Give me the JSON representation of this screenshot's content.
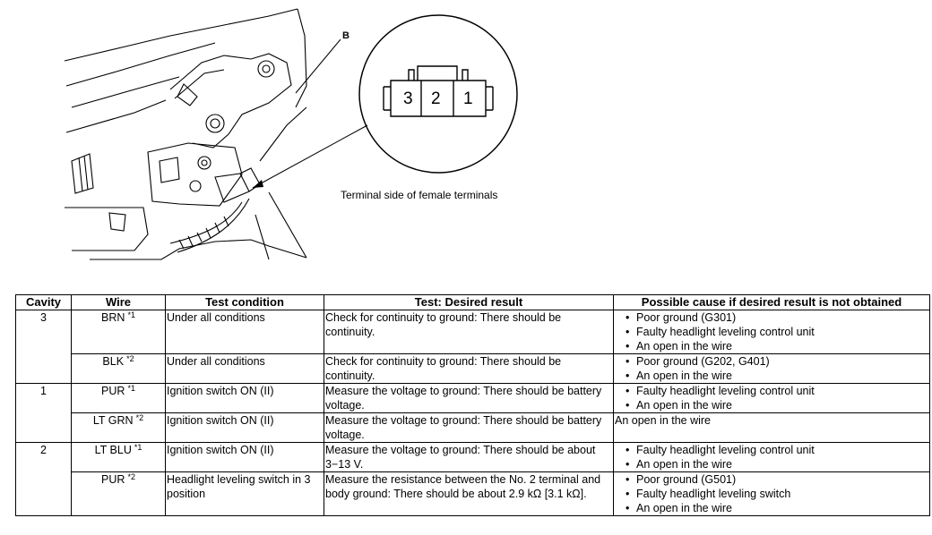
{
  "figure": {
    "callout_b": "B",
    "connector_pins": [
      "3",
      "2",
      "1"
    ],
    "caption": "Terminal side of female terminals"
  },
  "table": {
    "headers": [
      "Cavity",
      "Wire",
      "Test condition",
      "Test: Desired result",
      "Possible cause if desired result is not obtained"
    ],
    "groups": [
      {
        "cavity": "3",
        "rows": [
          {
            "wire": "BRN",
            "note": "*1",
            "condition": "Under all conditions",
            "result": "Check for continuity to ground: There should be continuity.",
            "causes": [
              "Poor ground (G301)",
              "Faulty headlight leveling control unit",
              "An open in the wire"
            ]
          },
          {
            "wire": "BLK",
            "note": "*2",
            "condition": "Under all conditions",
            "result": "Check for continuity to ground: There should be continuity.",
            "causes": [
              "Poor ground (G202, G401)",
              "An open in the wire"
            ]
          }
        ]
      },
      {
        "cavity": "1",
        "rows": [
          {
            "wire": "PUR",
            "note": "*1",
            "condition": "Ignition switch ON (II)",
            "result": "Measure the voltage to ground: There should be battery voltage.",
            "causes": [
              "Faulty headlight leveling control unit",
              "An open in the wire"
            ]
          },
          {
            "wire": "LT GRN",
            "note": "*2",
            "condition": "Ignition switch ON (II)",
            "result": "Measure the voltage to ground: There should be battery voltage.",
            "cause_text": "An open in the wire"
          }
        ]
      },
      {
        "cavity": "2",
        "rows": [
          {
            "wire": "LT BLU",
            "note": "*1",
            "condition": "Ignition switch ON (II)",
            "result": "Measure the voltage to ground: There should be about 3−13 V.",
            "causes": [
              "Faulty headlight leveling control unit",
              "An open in the wire"
            ]
          },
          {
            "wire": "PUR",
            "note": "*2",
            "condition": "Headlight leveling switch in 3 position",
            "result": "Measure the resistance between the No. 2 terminal and body ground: There should be about 2.9 kΩ [3.1 kΩ].",
            "causes": [
              "Poor ground (G501)",
              "Faulty headlight leveling switch",
              "An open in the wire"
            ]
          }
        ]
      }
    ]
  }
}
